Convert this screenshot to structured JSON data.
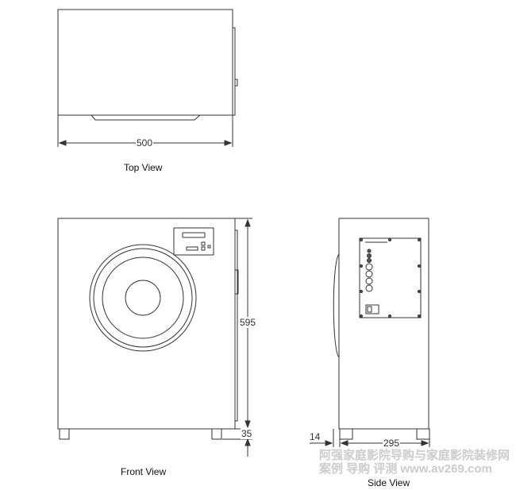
{
  "views": {
    "top": "Top View",
    "front": "Front View",
    "side": "Side View"
  },
  "dimensions": {
    "width": "500",
    "height": "595",
    "feet_height": "35",
    "depth": "295",
    "offset": "14"
  },
  "watermark": {
    "line1": "阿强家庭影院导购与家庭影院装修网",
    "line2": "案例 导购 评测 www.av269.com"
  }
}
